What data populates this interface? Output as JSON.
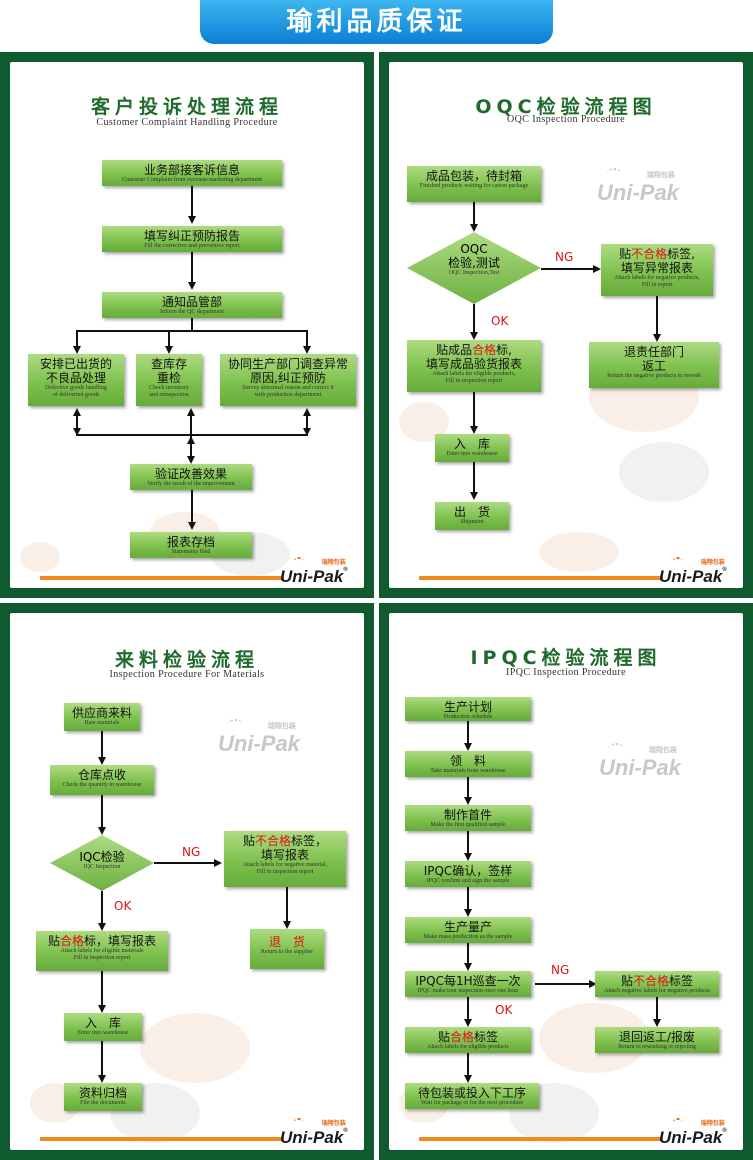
{
  "header": {
    "title": "瑜利品质保证"
  },
  "logo": {
    "text": "Uni-Pak",
    "reg": "®",
    "zh": "瑞翔包装"
  },
  "p1": {
    "title": "客户投诉处理流程",
    "sub": "Customer Complaint Handling Procedure",
    "s1": {
      "zh": "业务部接客诉信息",
      "en": "Customer Complaint from overseas marketing department"
    },
    "s2": {
      "zh": "填写纠正预防报告",
      "en": "Fill the corrective and preventive report"
    },
    "s3": {
      "zh": "通知品管部",
      "en": "Inform the QC department"
    },
    "s4": {
      "zh1": "安排已出货的",
      "zh2": "不良品处理",
      "en1": "Defective goods handling",
      "en2": "of deliveried goods"
    },
    "s5": {
      "zh1": "查库存",
      "zh2": "重检",
      "en1": "Check inventory",
      "en2": "and reinspection"
    },
    "s6": {
      "zh1": "协同生产部门调查异常",
      "zh2": "原因,纠正预防",
      "en1": "Survey abnormal reason and correct it",
      "en2": "with production department"
    },
    "s7": {
      "zh": "验证改善效果",
      "en": "Verify the result of the improvement"
    },
    "s8": {
      "zh": "报表存档",
      "en": "Statements filed"
    }
  },
  "p2": {
    "title": "OQC检验流程图",
    "sub": "OQC Inspection Procedure",
    "s1": {
      "zh": "成品包装，待封箱",
      "en": "Finished products waiting for carton package"
    },
    "d1": {
      "zh1": "OQC",
      "zh2": "检验,测试",
      "en": "OQC Inspection,Test"
    },
    "ng": "NG",
    "ok": "OK",
    "s2": {
      "zh1a": "贴",
      "zh1b": "不合格",
      "zh1c": "标签,",
      "zh2": "填写异常报表",
      "en1": "Attach labels for negative products,",
      "en2": "Fill in report"
    },
    "s3": {
      "zh1a": "贴成品",
      "zh1b": "合格",
      "zh1c": "标,",
      "zh2": "填写成品验货报表",
      "en1": "Attach labels for eligible products,",
      "en2": "Fill in inspection report"
    },
    "s4": {
      "zh1": "退责任部门",
      "zh2": "返工",
      "en": "Return the negative products to rework"
    },
    "s5": {
      "zh": "入　库",
      "en": "Enter into warehouse"
    },
    "s6": {
      "zh": "出　货",
      "en": "Shipment"
    }
  },
  "p3": {
    "title": "来料检验流程",
    "sub": "Inspection Procedure For Materials",
    "s1": {
      "zh": "供应商来料",
      "en": "Raw materials"
    },
    "s2": {
      "zh": "仓库点收",
      "en": "Check the quantity in warehouse"
    },
    "d1": {
      "zh": "IQC检验",
      "en": "IQC Inspection"
    },
    "ng": "NG",
    "ok": "OK",
    "s3": {
      "zh1a": "贴",
      "zh1b": "不合格",
      "zh1c": "标签，",
      "zh2": "填写报表",
      "en1": "Attach labels for negative material,",
      "en2": "Fill in inspection report"
    },
    "s4": {
      "zh1a": "贴",
      "zh1b": "合格",
      "zh1c": "标，填写报表",
      "en1": "Attach labels for eligible materials",
      "en2": "Fill in inspection report"
    },
    "s5": {
      "zh": "退　货",
      "en": "Return to the supplier"
    },
    "s6": {
      "zh": "入　库",
      "en": "Enter into warehouse"
    },
    "s7": {
      "zh": "资料归档",
      "en": "File the documents"
    }
  },
  "p4": {
    "title": "IPQC检验流程图",
    "sub": "IPQC Inspection Procedure",
    "s1": {
      "zh": "生产计划",
      "en": "Production schedule"
    },
    "s2": {
      "zh": "领　料",
      "en": "Take materials from warehouse"
    },
    "s3": {
      "zh": "制作首件",
      "en": "Make the first qualified sample"
    },
    "s4": {
      "zh": "IPQC确认，签样",
      "en": "IPQC confirm and sign the sample"
    },
    "s5": {
      "zh": "生产量产",
      "en": "Make mass production as the sample"
    },
    "s6": {
      "zh": "IPQC每1H巡查一次",
      "en": "IPQC make tour inspection once one hour"
    },
    "ng": "NG",
    "ok": "OK",
    "s7": {
      "zha": "贴",
      "zhb": "不合格",
      "zhc": "标签",
      "en": "Attach negative labels for negative products"
    },
    "s8": {
      "zha": "贴",
      "zhb": "合格",
      "zhc": "标签",
      "en": "Attach labels for eligible products"
    },
    "s9": {
      "zh": "退回返工/报废",
      "en": "Return to reworking or rejecting"
    },
    "s10": {
      "zh": "待包装或投入下工序",
      "en": "Wait for package or for the next procedure"
    }
  }
}
